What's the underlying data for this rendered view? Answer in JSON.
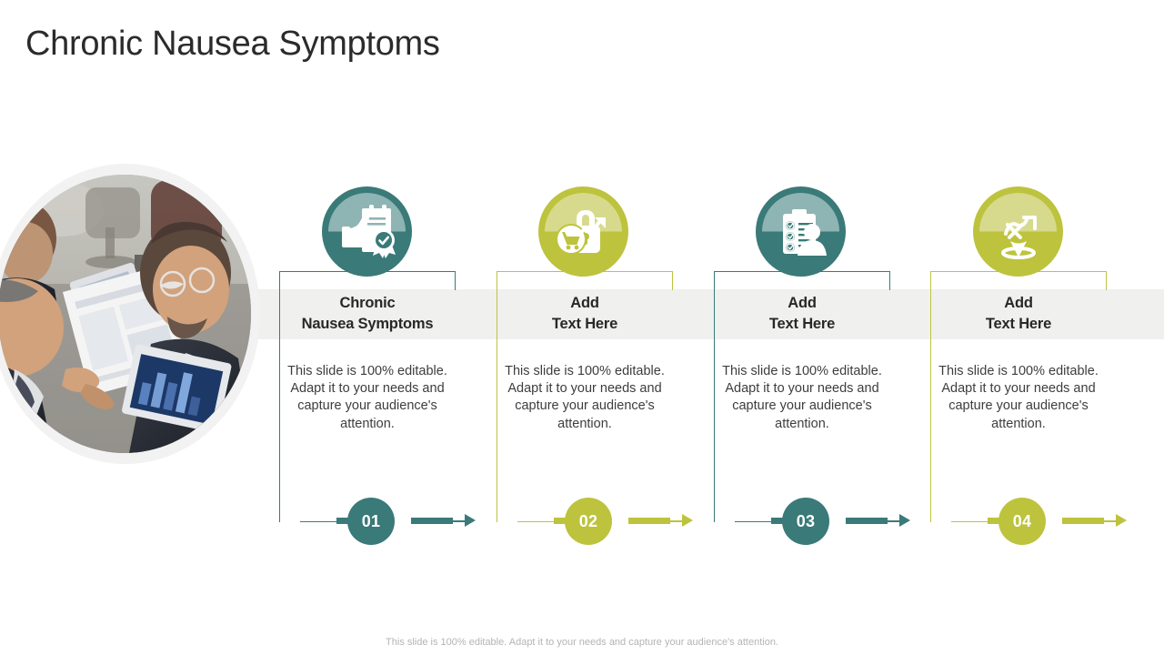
{
  "slide": {
    "title": "Chronic Nausea Symptoms",
    "footer_note": "This slide is 100% editable. Adapt it to your needs and capture your audience's attention.",
    "background_color": "#ffffff",
    "title_color": "#2b2b2b",
    "band_color": "#f0f0ef"
  },
  "photo": {
    "alt": "Business people in suits reviewing documents in an office",
    "ring_color": "#f2f2f2"
  },
  "colors": {
    "teal": "#3a7a78",
    "teal_light": "#8fb4b4",
    "olive": "#bdc33d",
    "olive_light": "#d7da8c"
  },
  "cards": [
    {
      "number": "01",
      "title_line1": "Chronic",
      "title_line2": "Nausea Symptoms",
      "body": "This slide is 100% editable. Adapt it to your needs and capture your audience's attention.",
      "accent": "#3a7a78",
      "accent_light": "#8fb4b4",
      "icon": "certificate-thumbs-up-icon"
    },
    {
      "number": "02",
      "title_line1": "Add",
      "title_line2": "Text Here",
      "body": "This slide is 100% editable. Adapt it to your needs and capture your audience's attention.",
      "accent": "#bdc33d",
      "accent_light": "#d7da8c",
      "icon": "padlock-cart-growth-icon"
    },
    {
      "number": "03",
      "title_line1": "Add",
      "title_line2": "Text Here",
      "body": "This slide is 100% editable. Adapt it to your needs and capture your audience's attention.",
      "accent": "#3a7a78",
      "accent_light": "#8fb4b4",
      "icon": "checklist-person-icon"
    },
    {
      "number": "04",
      "title_line1": "Add",
      "title_line2": "Text Here",
      "body": "This slide is 100% editable. Adapt it to your needs and capture your audience's attention.",
      "accent": "#bdc33d",
      "accent_light": "#d7da8c",
      "icon": "location-pin-growth-icon"
    }
  ]
}
